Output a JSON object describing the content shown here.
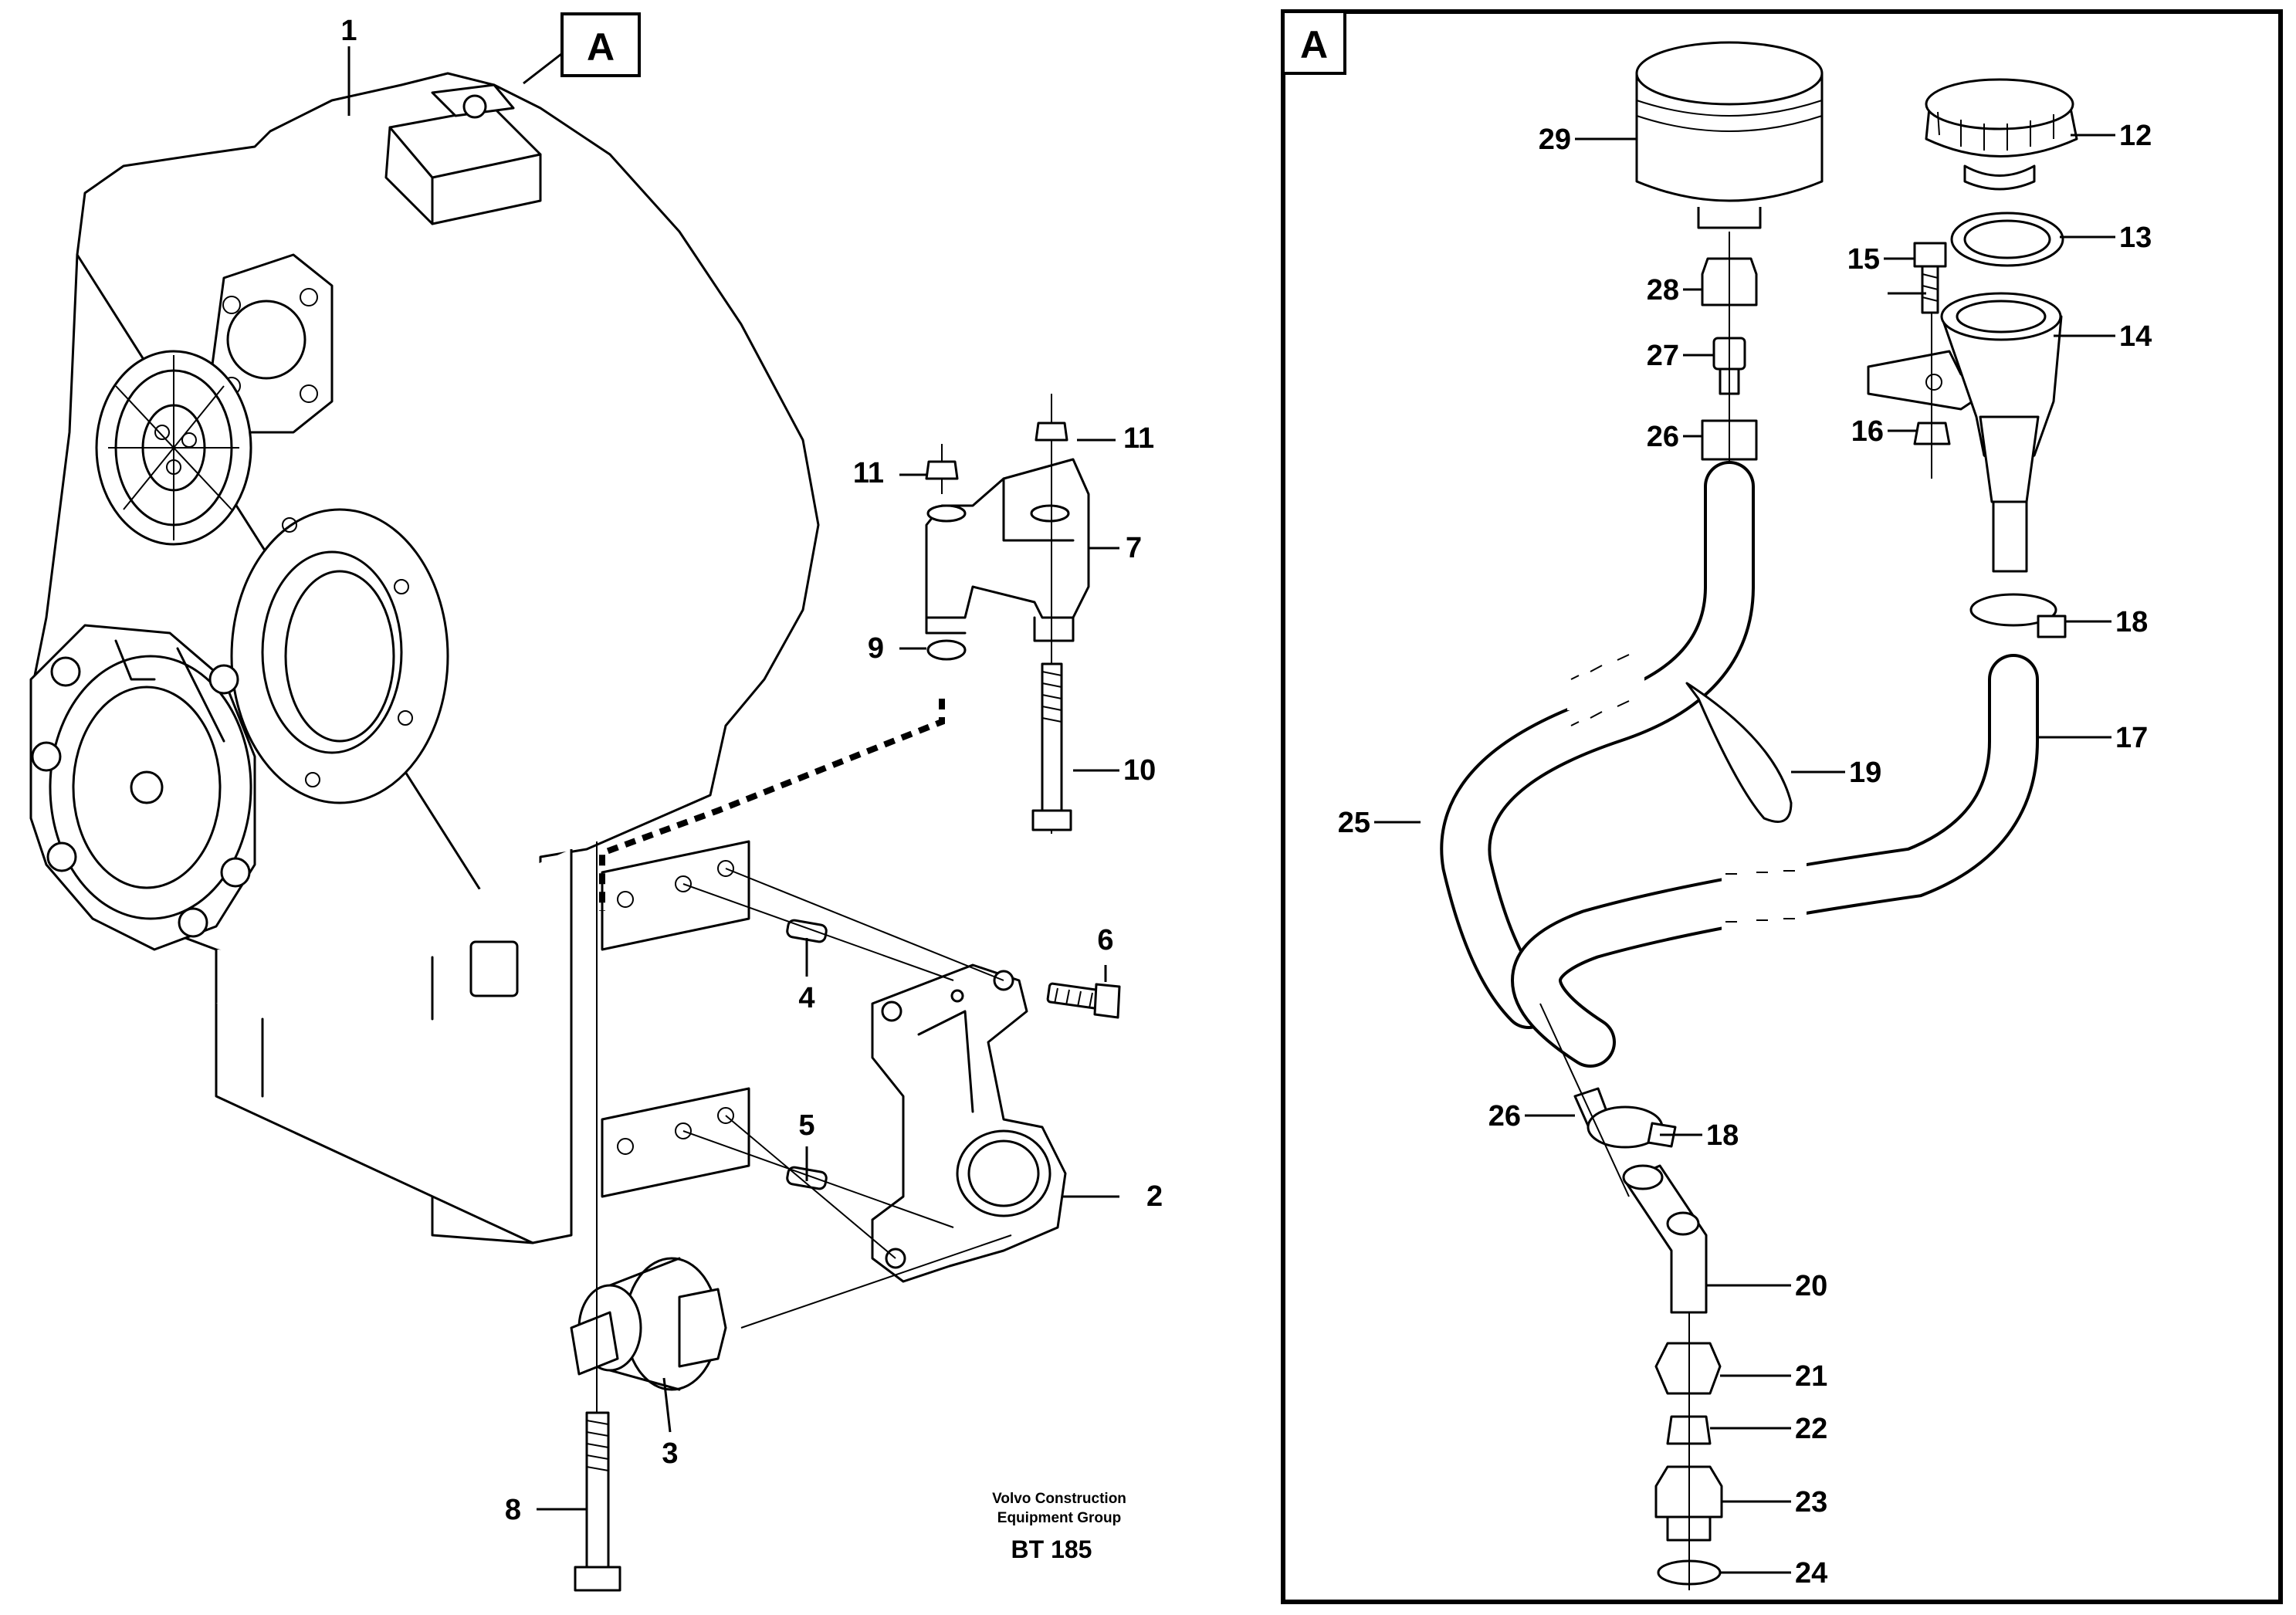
{
  "view_markers": {
    "main": "A",
    "detail": "A"
  },
  "callouts": {
    "c1": "1",
    "c2": "2",
    "c3": "3",
    "c4": "4",
    "c5": "5",
    "c6": "6",
    "c7": "7",
    "c8": "8",
    "c9": "9",
    "c10": "10",
    "c11a": "11",
    "c11b": "11",
    "c12": "12",
    "c13": "13",
    "c14": "14",
    "c15": "15",
    "c16": "16",
    "c17": "17",
    "c18a": "18",
    "c18b": "18",
    "c19": "19",
    "c20": "20",
    "c21": "21",
    "c22": "22",
    "c23": "23",
    "c24": "24",
    "c25": "25",
    "c26a": "26",
    "c26b": "26",
    "c27": "27",
    "c28": "28",
    "c29": "29"
  },
  "credit": {
    "line1": "Volvo Construction",
    "line2": "Equipment Group",
    "code": "BT 185"
  }
}
